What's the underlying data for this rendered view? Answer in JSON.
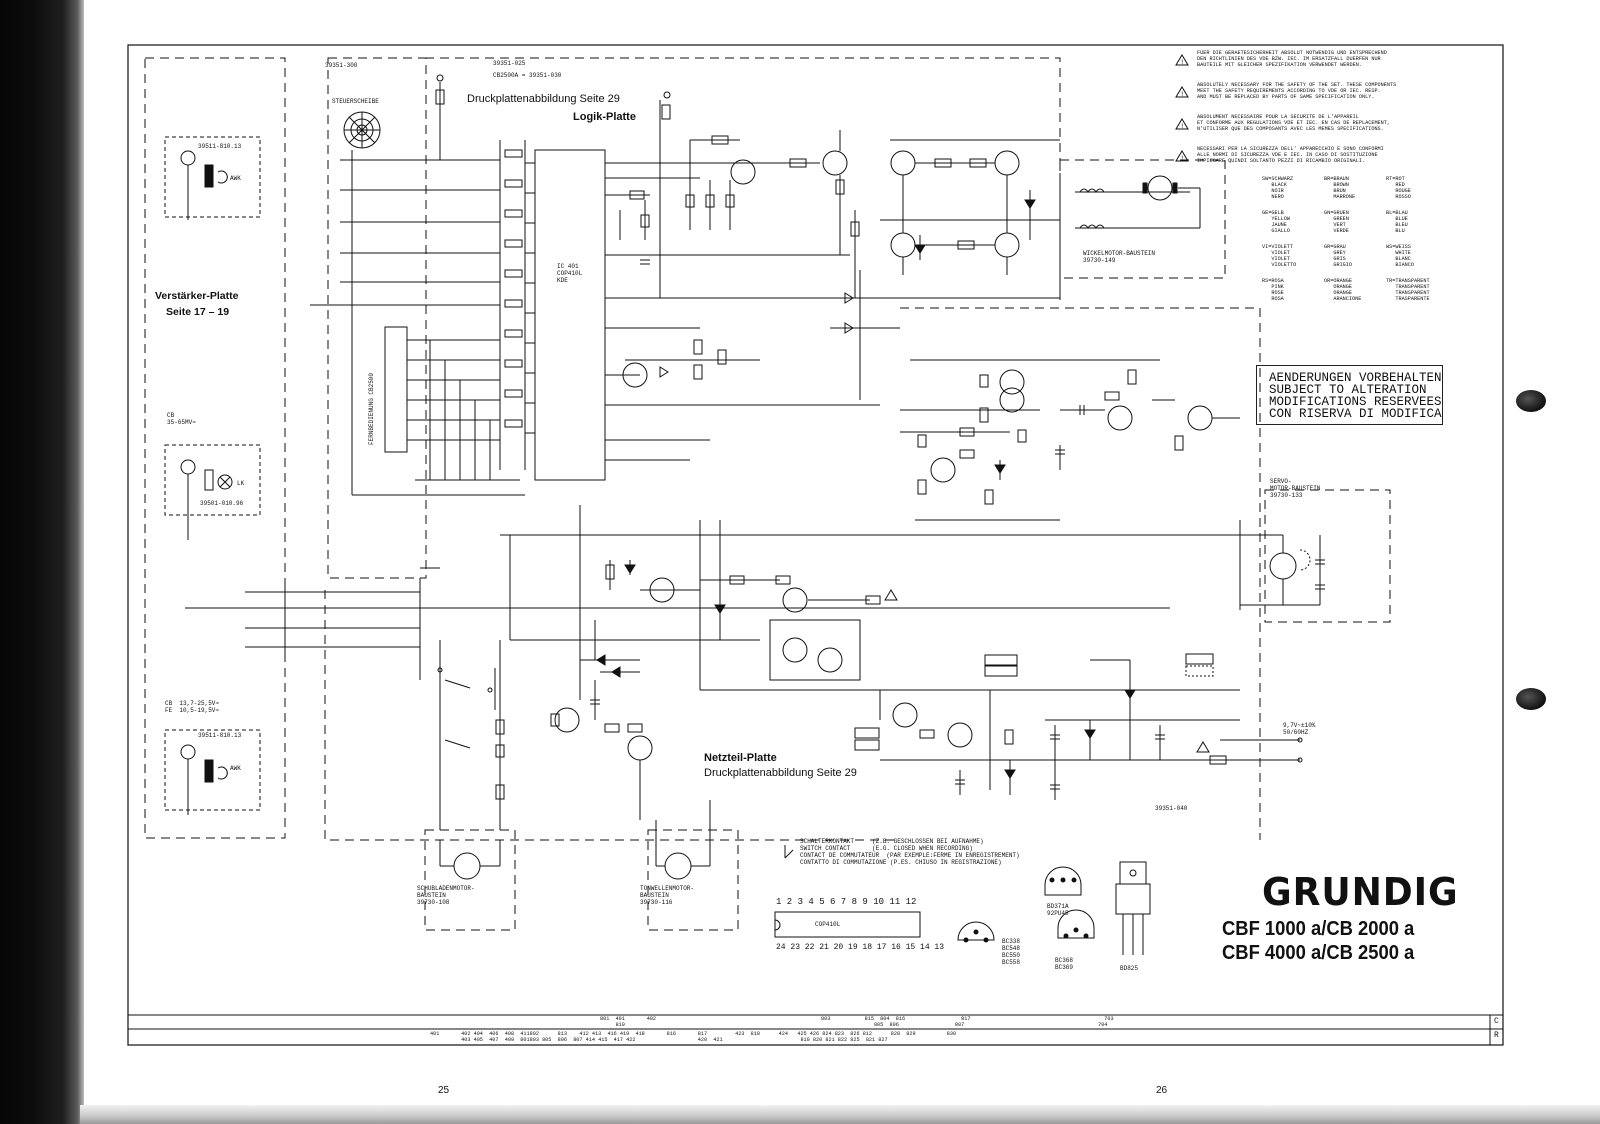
{
  "colors": {
    "ink": "#111111",
    "paper": "#ffffff",
    "binding": "#0d0d0d"
  },
  "document": {
    "part_top_left": "39351-300",
    "part_top_a": "39351-025",
    "part_top_b": "CB2500A = 39351-030",
    "part_bottom": "39351-040",
    "logic_board_line1": "Druckplattenabbildung Seite 29",
    "logic_board_title": "Logik-Platte",
    "power_board_title": "Netzteil-Platte",
    "power_board_line2": "Druckplattenabbildung Seite 29",
    "amp_board_title": "Verstärker-Platte",
    "amp_board_pages": "Seite 17 – 19",
    "steuerscheibe": "STEUERSCHEIBE",
    "fernbedienung": "FERNBEDIENUNG CB2500",
    "ic401": "IC 401\nCOP410L\nKDE",
    "wickelmotor": "WICKELMOTOR-BAUSTEIN\n39730-149",
    "servomotor": "SERVO-\nMOTOR-BAUSTEIN\n39730-133",
    "schubladenmotor": "SCHUBLADENMOTOR-\nBAUSTEIN\n39730-108",
    "tonwellenmotor": "TONWELLENMOTOR-\nBAUSTEIN\n39730-116",
    "mains": "9,7V~±10%\n50/60HZ",
    "cb_level_1": "CB\n35-65MV≈",
    "cb_level_2": "CB  13,7-25,5V≈\nFE  10,5-19,5V≈",
    "head_1": "39511-810.13",
    "head_2": "39501-010.96",
    "head_3": "39511-810.13",
    "awk": "AWK",
    "lk": "LK"
  },
  "warnings": [
    "FUER DIE GERAETESICHERHEIT ABSOLUT NOTWENDIG UND ENTSPRECHEND\nDEN RICHTLINIEN DES VDE BZW. IEC. IM ERSATZFALL DUERFEN NUR\nBAUTEILE MIT GLEICHER SPEZIFIKATION VERWENDET WERDEN.",
    "ABSOLUTELY NECESSARY FOR THE SAFETY OF THE SET. THESE COMPONENTS\nMEET THE SAFETY REQUIREMENTS ACCORDING TO VDE OR IEC. RESP.\nAND MUST BE REPLACED BY PARTS OF SAME SPECIFICATION ONLY.",
    "ABSOLUMENT NECESSAIRE POUR LA SECURITE DE L'APPAREIL\nET CONFORME AUX REGULATIONS VDE ET IEC. EN CAS DE REPLACEMENT,\nN'UTILISER QUE DES COMPOSANTS AVEC LES MEMES SPECIFICATIONS.",
    "NECESSARI PER LA SICUREZZA DELL' APPARECCHIO E SONO CONFORMI\nALLE NORMI DI SICUREZZA VDE E IEC. IN CASO DI SOSTITUZIONE\nIMPIEGARE QUINDI SOLTANTO PEZZI DI RICAMBIO ORIGINALI."
  ],
  "color_codes": [
    [
      "SW=SCHWARZ\n   BLACK\n   NOIR\n   NERO",
      "BR=BRAUN\n   BROWN\n   BRUN\n   MARRONE",
      "RT=ROT\n   RED\n   ROUGE\n   ROSSO"
    ],
    [
      "GE=GELB\n   YELLOW\n   JAUNE\n   GIALLO",
      "GN=GRUEN\n   GREEN\n   VERT\n   VERDE",
      "BL=BLAU\n   BLUE\n   BLEU\n   BLU"
    ],
    [
      "VI=VIOLETT\n   VIOLET\n   VIOLET\n   VIOLETTO",
      "GR=GRAU\n   GREY\n   GRIS\n   GRIGIO",
      "WS=WEISS\n   WHITE\n   BLANC\n   BIANCO"
    ],
    [
      "RS=ROSA\n   PINK\n   ROSE\n   ROSA",
      "OR=ORANGE\n   ORANGE\n   ORANGE\n   ARANCIONE",
      "TR=TRANSPARENT\n   TRANSPARENT\n   TRANSPARENT\n   TRASPARENTE"
    ]
  ],
  "notice_lines": [
    "AENDERUNGEN VORBEHALTEN",
    "SUBJECT TO ALTERATION",
    "MODIFICATIONS RESERVEES",
    "CON RISERVA DI MODIFICA"
  ],
  "switch_legend": "SCHALTERKONTAKT     (Z.B. GESCHLOSSEN BEI AUFNAHME)\nSWITCH CONTACT      (E.G. CLOSED WHEN RECORDING)\nCONTACT DE COMMUTATEUR  (PAR EXEMPLE:FERME IN ENREGISTREMENT)\nCONTATTO DI COMMUTAZIONE (P.ES. CHIUSO IN REGISTRAZIONE)",
  "brand": "GRUNDIG",
  "models": [
    "CBF 1000 a/CB 2000 a",
    "CBF 4000 a/CB 2500 a"
  ],
  "ic_pinout": {
    "top_pins": "1 2 3 4 5 6 7 8 9 10 11 12",
    "name": "COP410L",
    "bottom_pins": "24 23 22 21 20 19 18 17 16 15 14 13"
  },
  "semis": {
    "t1": "BC338\nBC548\nBC550\nBC558",
    "t2": "BC368\nBC369",
    "t3": "BD371A\n92PU45",
    "t4": "BD825"
  },
  "reference_rows": {
    "c_row": "801  401       402                                                     803           815  804  816                  817                                           703",
    "c_row2": "     810                                                                                805  806                  807                                           704",
    "r_row": "401       402 404  406  408  411802      813    412 413  416 419  418       816       817         423  818      424   425 426 824 823  826 812      828  829          830",
    "r_row2": "          403 405  407  409  801803 805  806  807 414 415  417 422                    420  421                         810 820 821 822 825  821 827",
    "c_label": "C",
    "r_label": "R"
  },
  "page_numbers": [
    "25",
    "26"
  ]
}
